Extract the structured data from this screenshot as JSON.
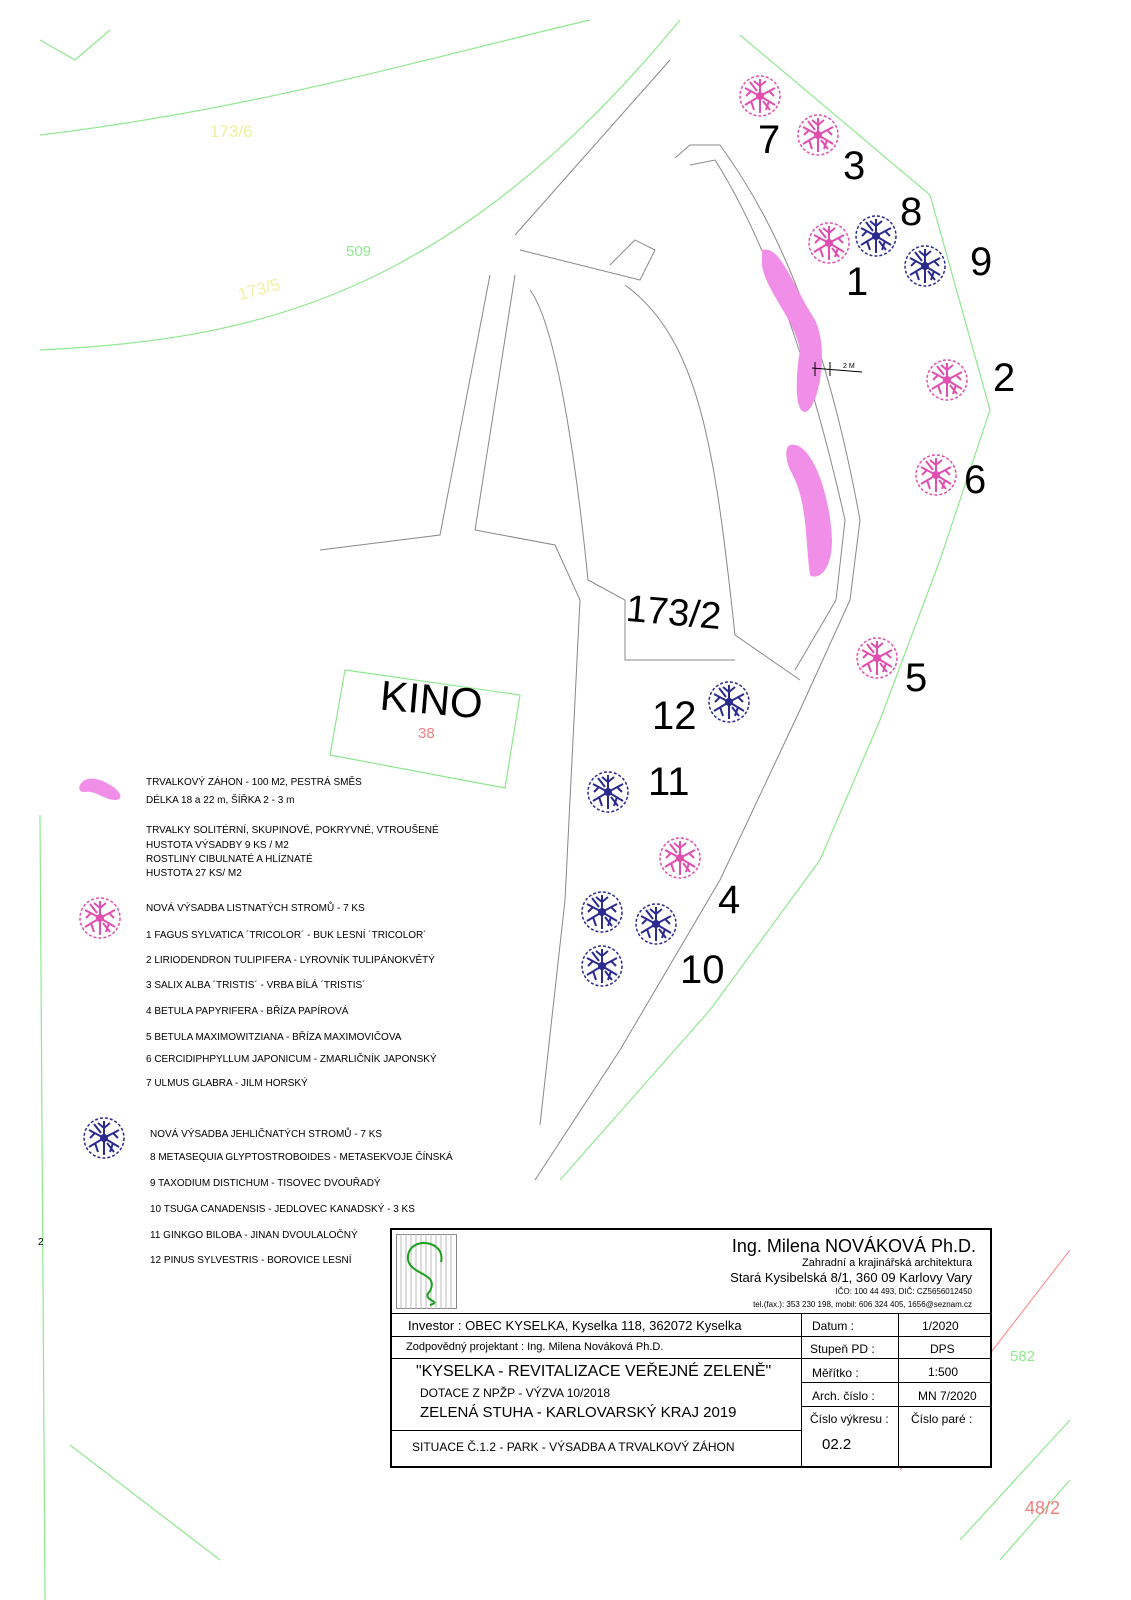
{
  "parcels": {
    "p173_6": "173/6",
    "p509": "509",
    "p173_5": "173/5",
    "p173_2": "173/2",
    "p582": "582",
    "p48_2": "48/2",
    "kino": "KINO",
    "kino_no": "38",
    "dim": "2 M",
    "edge_mark": "2"
  },
  "tree_numbers": {
    "pink": [
      "7",
      "3",
      "1",
      "2",
      "6",
      "5",
      "4"
    ],
    "blue": [
      "8",
      "9",
      "12",
      "11",
      "10"
    ]
  },
  "legend": {
    "bed_line1": "TRVALKOVÝ ZÁHON - 100  M2,  PESTRÁ SMĚS",
    "bed_line2": "DÉLKA 18 a 22 m, ŠÍŘKA 2 - 3 m",
    "bed_line3": "TRVALKY SOLITÉRNÍ, SKUPINOVÉ, POKRYVNÉ, VTROUŠENÉ",
    "bed_line4": "HUSTOTA VÝSADBY 9 KS / M2",
    "bed_line5": "ROSTLINY CIBULNATÉ A HLÍZNATÉ",
    "bed_line6": "HUSTOTA 27 KS/ M2",
    "deciduous_title": "NOVÁ VÝSADBA LISTNATÝCH STROMŮ - 7 KS",
    "deciduous": [
      "1   FAGUS SYLVATICA ´TRICOLOR´ -  BUK LESNÍ ´TRICOLOR´",
      "2   LIRIODENDRON TULIPIFERA - LYROVNÍK TULIPÁNOKVĚTÝ",
      "3   SALIX ALBA ´TRISTIS´ - VRBA BÍLÁ ´TRISTIS´",
      "4   BETULA PAPYRIFERA - BŘÍZA PAPÍROVÁ",
      "5   BETULA MAXIMOWITZIANA - BŘÍZA MAXIMOVIČOVA",
      "6   CERCIDIPHPYLLUM JAPONICUM - ZMARLIČNÍK JAPONSKÝ",
      "7   ULMUS GLABRA - JILM HORSKÝ"
    ],
    "conifer_title": "NOVÁ VÝSADBA JEHLIČNATÝCH STROMŮ - 7 KS",
    "conifer": [
      "8    METASEQUIA GLYPTOSTROBOIDES - METASEKVOJE ČÍNSKÁ",
      "9    TAXODIUM DISTICHUM - TISOVEC DVOUŘADÝ",
      "10   TSUGA CANADENSIS - JEDLOVEC KANADSKÝ - 3 KS",
      "11   GINKGO BILOBA - JINAN DVOULALOČNÝ",
      "12   PINUS SYLVESTRIS - BOROVICE LESNÍ"
    ]
  },
  "title_block": {
    "author": "Ing. Milena NOVÁKOVÁ Ph.D.",
    "profession": "Zahradní a krajinářská architektura",
    "address": "Stará Kysibelská 8/1, 360 09 Karlovy Vary",
    "ids": "IČO: 100 44 493, DIČ: CZ5656012450",
    "contact": "tel.(fax.): 353 230 198, mobil: 606 324 405, 1656@seznam.cz",
    "investor": "Investor : OBEC KYSELKA, Kyselka 118, 362072 Kyselka",
    "designer": "Zodpovědný projektant : Ing. Milena Nováková Ph.D.",
    "project": "\"KYSELKA - REVITALIZACE VEŘEJNÉ ZELENĚ\"",
    "grant": "DOTACE Z NPŽP - VÝZVA 10/2018",
    "program": "ZELENÁ STUHA - KARLOVARSKÝ KRAJ 2019",
    "drawing": "SITUACE Č.1.2 - PARK - VÝSADBA A  TRVALKOVÝ ZÁHON",
    "date_label": "Datum :",
    "date": "1/2020",
    "stage_label": "Stupeň PD :",
    "stage": "DPS",
    "scale_label": "Měřítko :",
    "scale": "1:500",
    "arch_label": "Arch. číslo :",
    "arch": "MN 7/2020",
    "dwg_label": "Číslo výkresu :",
    "dwg": "02.2",
    "copy_label": "Číslo paré :"
  },
  "colors": {
    "pink": "#e04fb0",
    "blue": "#2b2b8f",
    "bed": "#f08ee8",
    "parcel": "#8fe88f"
  }
}
